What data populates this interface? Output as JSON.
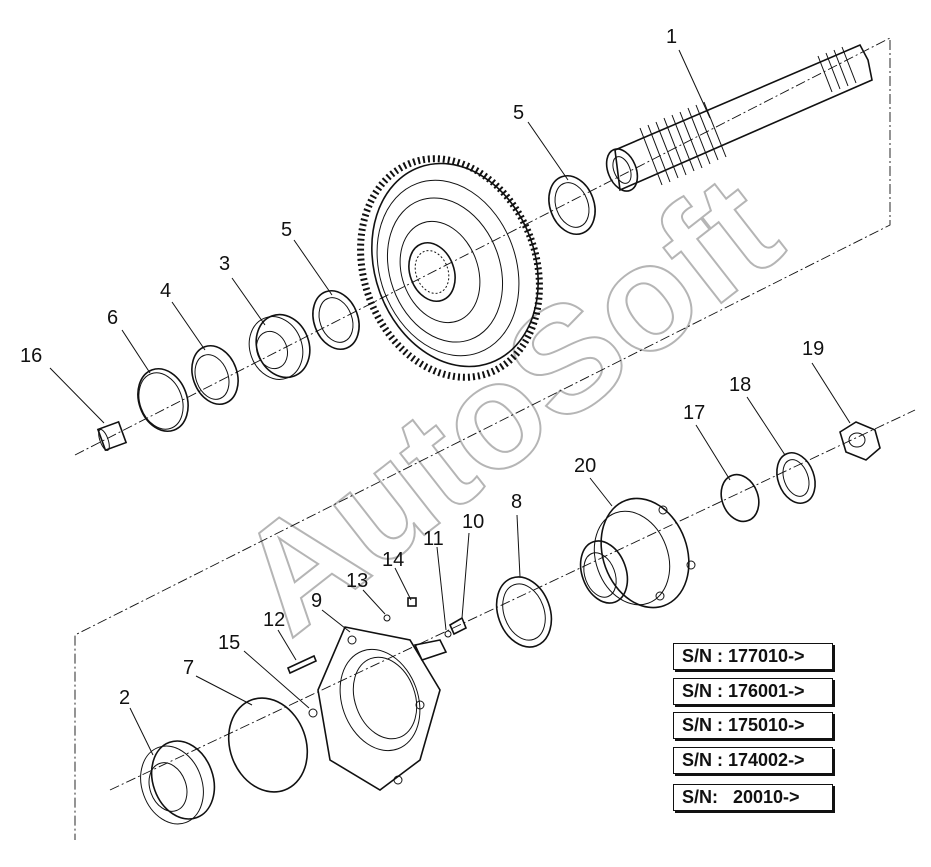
{
  "watermark": "AutoSoft",
  "callouts": [
    {
      "id": "p1",
      "text": "1"
    },
    {
      "id": "p5a",
      "text": "5"
    },
    {
      "id": "p5b",
      "text": "5"
    },
    {
      "id": "p3",
      "text": "3"
    },
    {
      "id": "p4",
      "text": "4"
    },
    {
      "id": "p6",
      "text": "6"
    },
    {
      "id": "p16",
      "text": "16"
    },
    {
      "id": "p19",
      "text": "19"
    },
    {
      "id": "p18",
      "text": "18"
    },
    {
      "id": "p17",
      "text": "17"
    },
    {
      "id": "p20",
      "text": "20"
    },
    {
      "id": "p8",
      "text": "8"
    },
    {
      "id": "p10",
      "text": "10"
    },
    {
      "id": "p11",
      "text": "11"
    },
    {
      "id": "p14",
      "text": "14"
    },
    {
      "id": "p13",
      "text": "13"
    },
    {
      "id": "p9",
      "text": "9"
    },
    {
      "id": "p12",
      "text": "12"
    },
    {
      "id": "p15",
      "text": "15"
    },
    {
      "id": "p7",
      "text": "7"
    },
    {
      "id": "p2",
      "text": "2"
    }
  ],
  "serial_numbers": [
    "S/N : 177010->",
    "S/N : 176001->",
    "S/N : 175010->",
    "S/N : 174002->",
    "S/N:   20010->"
  ]
}
